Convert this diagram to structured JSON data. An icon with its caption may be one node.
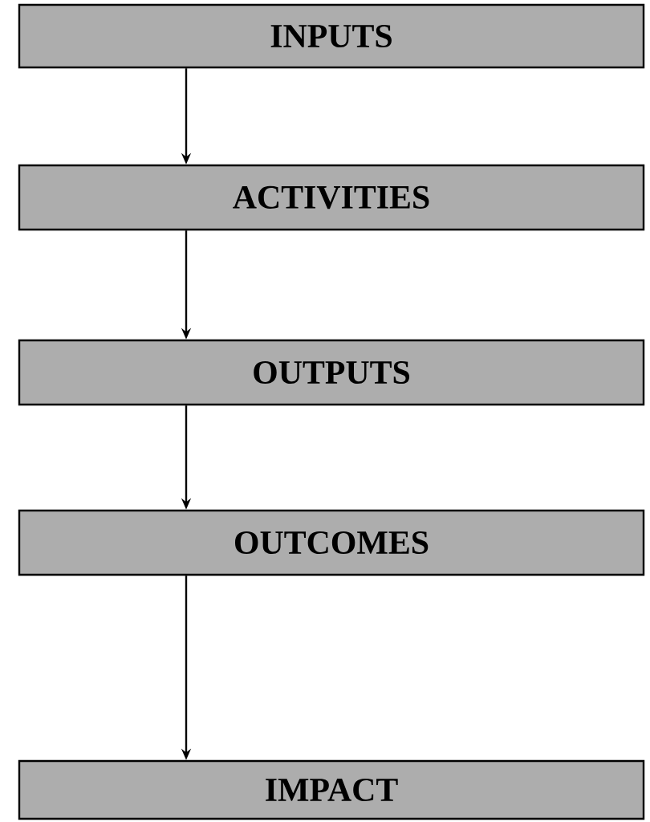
{
  "diagram": {
    "nodes": [
      {
        "text": [
          "INPUTS"
        ]
      },
      {
        "text": [
          "ACTIVITIES"
        ]
      },
      {
        "text": [
          "OUTPUTS"
        ]
      },
      {
        "text": [
          "OUTCOMES"
        ]
      },
      {
        "text": [
          "IMPACT"
        ]
      }
    ],
    "edges": [
      {
        "from": 0,
        "to": 1,
        "arrow": "to"
      },
      {
        "from": 1,
        "to": 2,
        "arrow": "to"
      },
      {
        "from": 2,
        "to": 3,
        "arrow": "to"
      },
      {
        "from": 3,
        "to": 4,
        "arrow": "to"
      }
    ]
  }
}
